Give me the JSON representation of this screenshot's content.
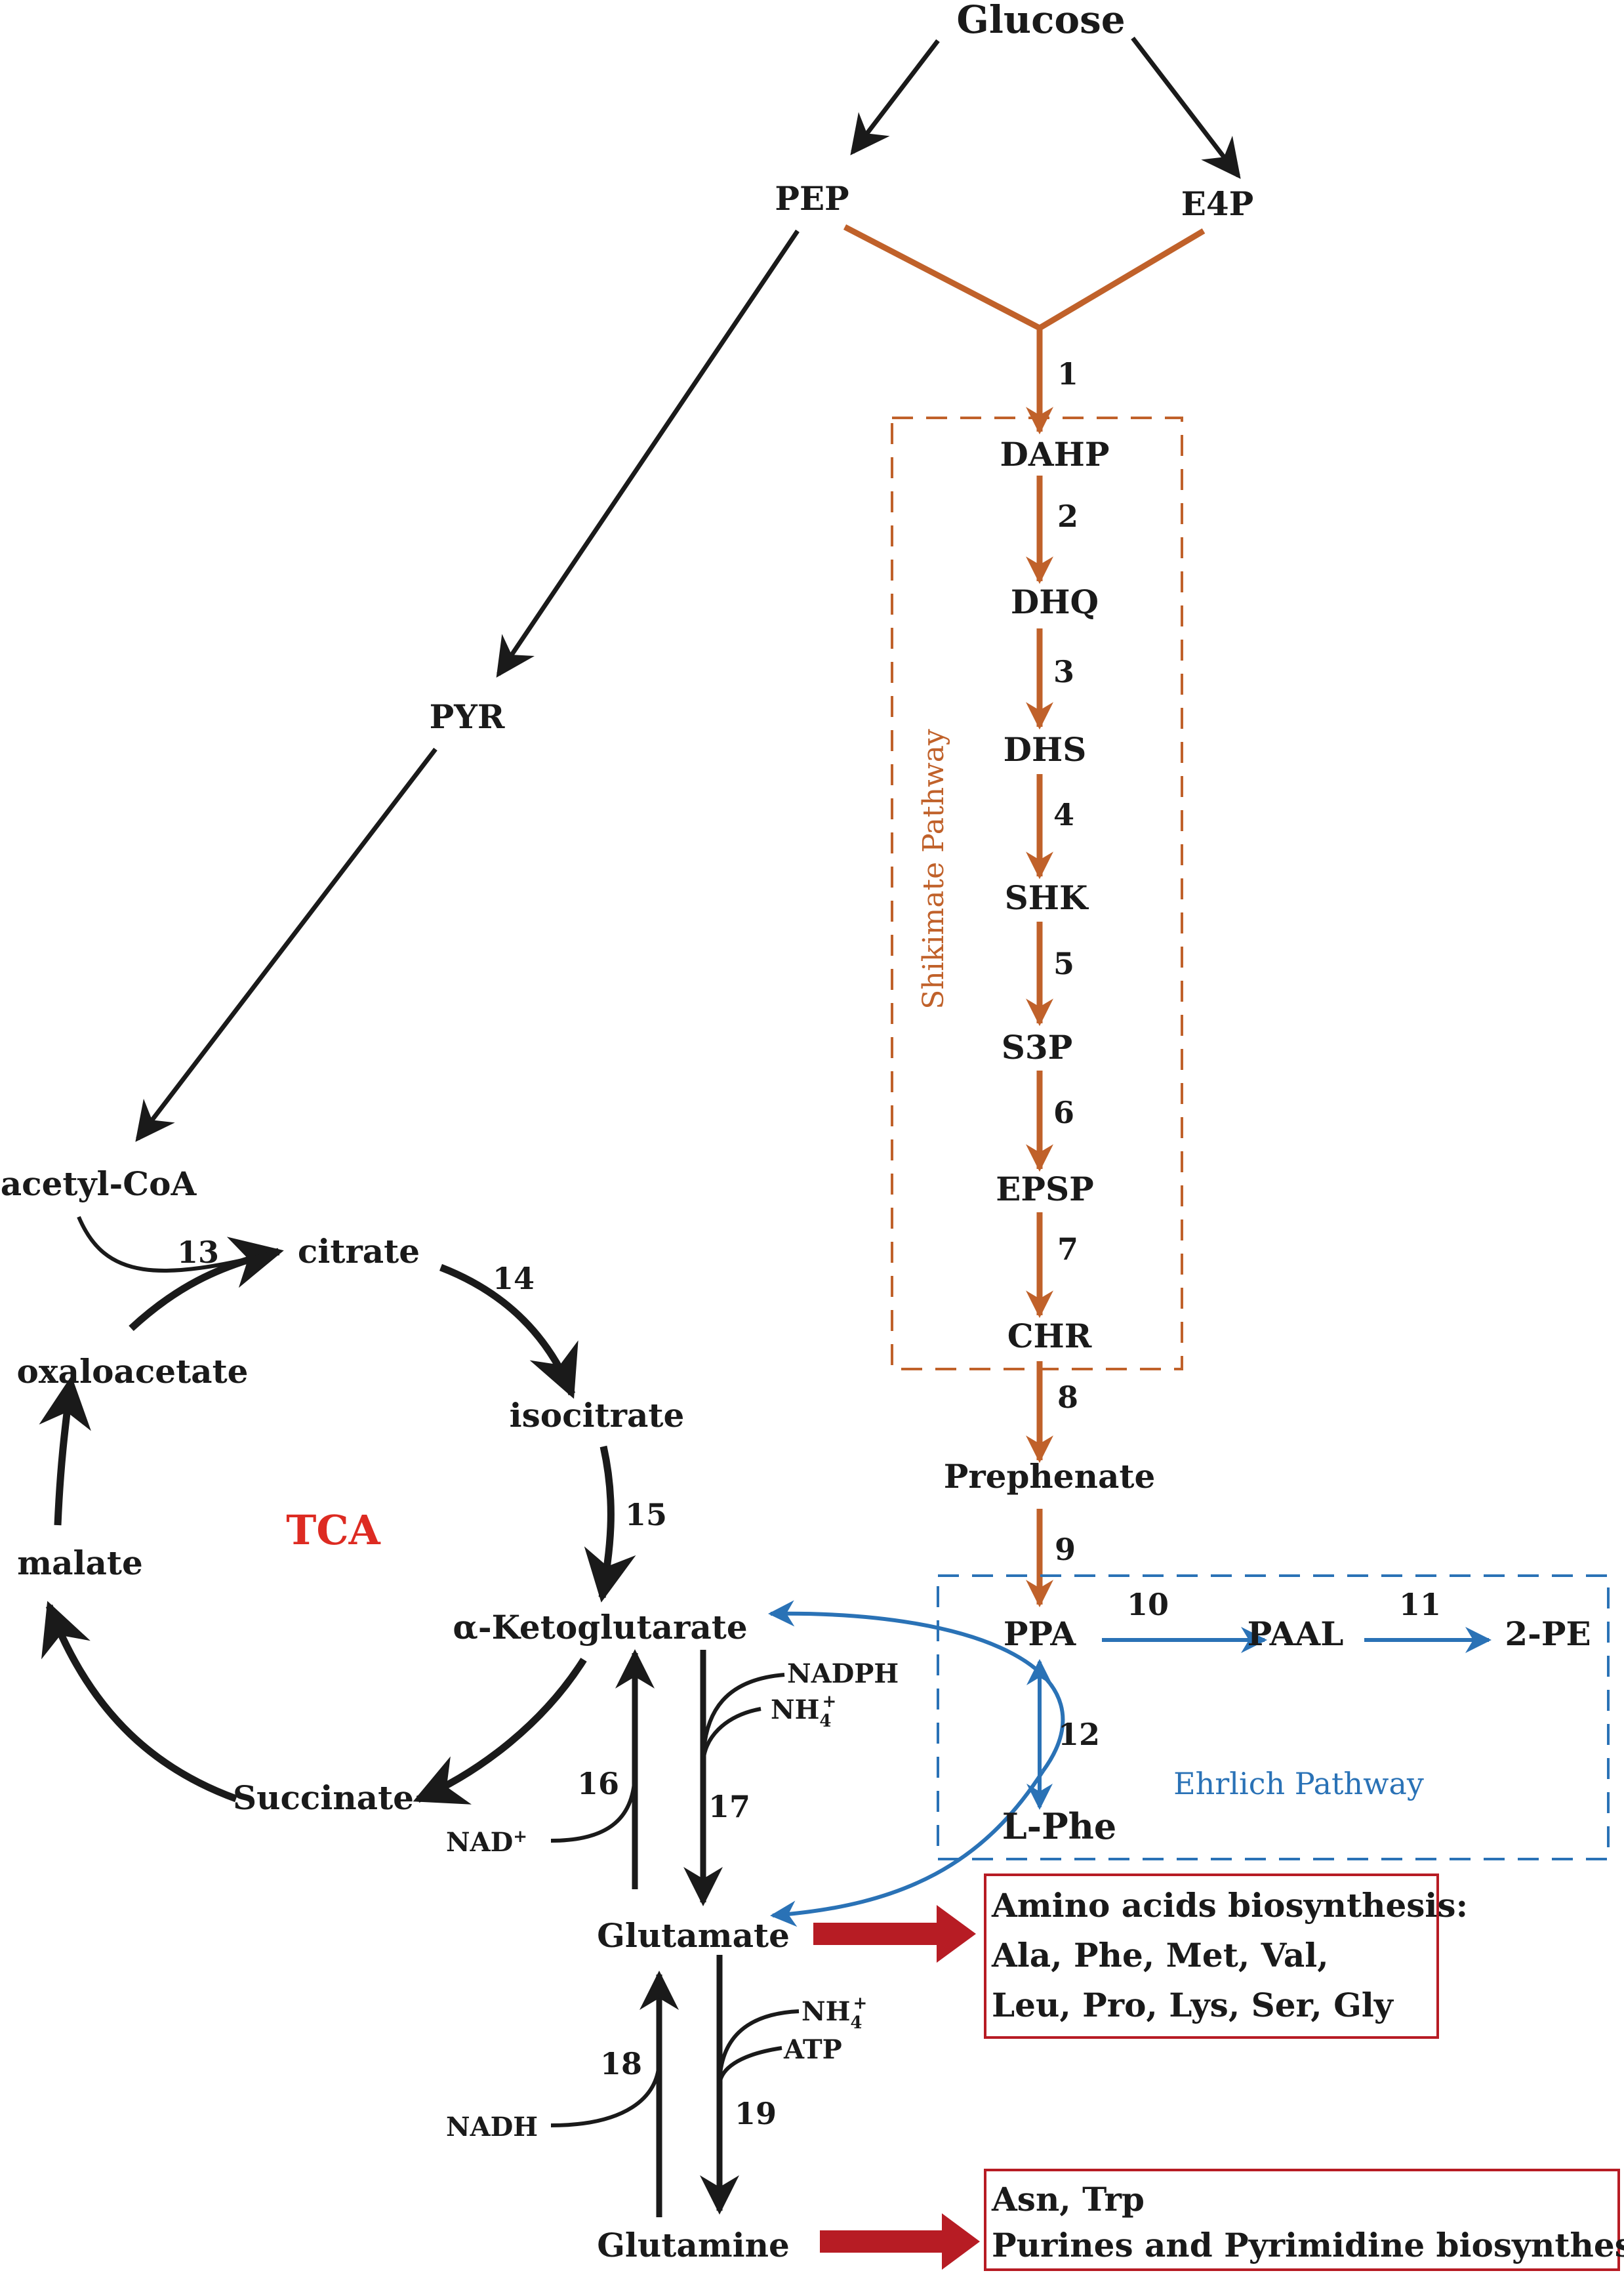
{
  "nodes": {
    "glucose": "Glucose",
    "pep": "PEP",
    "e4p": "E4P",
    "pyr": "PYR",
    "dahp": "DAHP",
    "dhq": "DHQ",
    "dhs": "DHS",
    "shk": "SHK",
    "s3p": "S3P",
    "epsp": "EPSP",
    "chr": "CHR",
    "prephenate": "Prephenate",
    "ppa": "PPA",
    "paal": "PAAL",
    "pe2": "2-PE",
    "lphe": "L-Phe",
    "acetyl_coa": "acetyl-CoA",
    "citrate": "citrate",
    "isocitrate": "isocitrate",
    "oxaloacetate": "oxaloacetate",
    "malate": "malate",
    "succinate": "Succinate",
    "akg": "α-Ketoglutarate",
    "glutamate": "Glutamate",
    "glutamine": "Glutamine"
  },
  "steps": [
    "1",
    "2",
    "3",
    "4",
    "5",
    "6",
    "7",
    "8",
    "9",
    "10",
    "11",
    "12",
    "13",
    "14",
    "15",
    "16",
    "17",
    "18",
    "19"
  ],
  "cofactors": {
    "nadph": "NADPH",
    "nh4_a": "NH",
    "nh4_a_sub": "4",
    "nh4_a_sup": "+",
    "nad_plus": "NAD",
    "nad_plus_sup": "+",
    "nh4_b": "NH",
    "nh4_b_sub": "4",
    "nh4_b_sup": "+",
    "atp": "ATP",
    "nadh": "NADH"
  },
  "labels": {
    "tca": "TCA",
    "shikimate": "Shikimate Pathway",
    "ehrlich": "Ehrlich Pathway"
  },
  "boxes": {
    "amino": [
      "Amino acids biosynthesis:",
      "Ala, Phe, Met, Val,",
      "Leu, Pro, Lys, Ser, Gly"
    ],
    "purines": [
      "Asn, Trp",
      "Purines and Pyrimidine biosynthesis"
    ]
  },
  "colors": {
    "black": "#1a1a1a",
    "orange": "#c0612a",
    "blue": "#2a72b6",
    "red_text": "#dd2b22",
    "red_arrow": "#b71c24",
    "box_border": "#b71c24"
  }
}
